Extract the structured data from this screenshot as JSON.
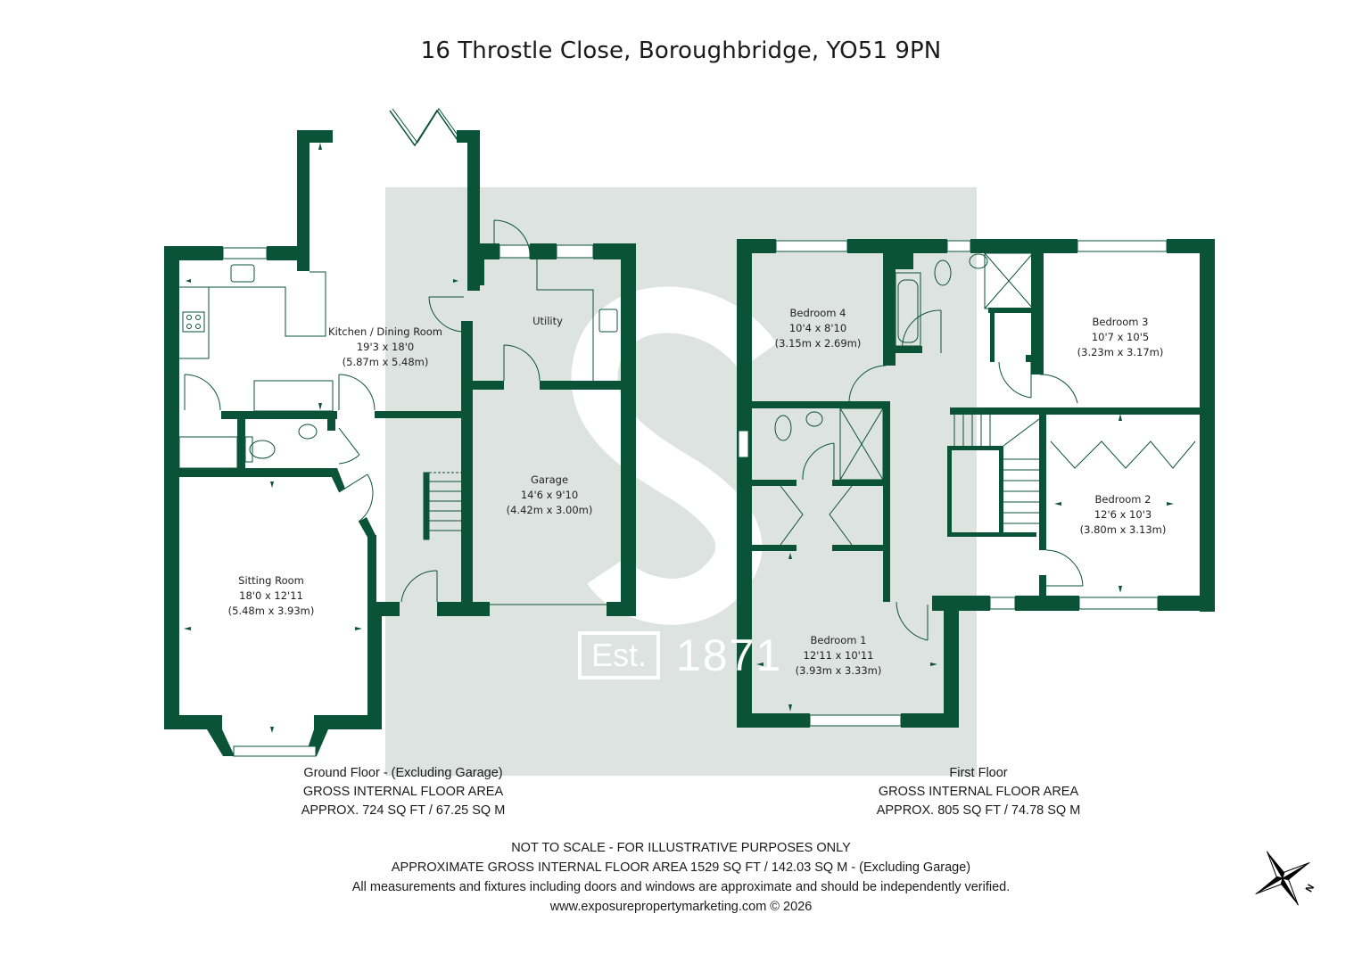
{
  "header": {
    "title": "16 Throstle Close, Boroughbridge, YO51 9PN"
  },
  "colors": {
    "wall": "#0a5238",
    "watermark_bg": "#dde3e0",
    "text": "#1a1a1a"
  },
  "watermark": {
    "logo_letter": "S",
    "est_label": "Est.",
    "year": "1871"
  },
  "ground_floor": {
    "rooms": [
      {
        "name": "Kitchen / Dining Room",
        "imperial": "19'3 x 18'0",
        "metric": "(5.87m x 5.48m)"
      },
      {
        "name": "Utility",
        "imperial": "",
        "metric": ""
      },
      {
        "name": "Garage",
        "imperial": "14'6 x 9'10",
        "metric": "(4.42m x 3.00m)"
      },
      {
        "name": "Sitting Room",
        "imperial": "18'0 x 12'11",
        "metric": "(5.48m x 3.93m)"
      }
    ],
    "caption": {
      "line1": "Ground Floor - (Excluding Garage)",
      "line2": "GROSS INTERNAL FLOOR AREA",
      "line3": "APPROX. 724 SQ FT / 67.25 SQ M"
    }
  },
  "first_floor": {
    "rooms": [
      {
        "name": "Bedroom 4",
        "imperial": "10'4 x 8'10",
        "metric": "(3.15m x 2.69m)"
      },
      {
        "name": "Bedroom 3",
        "imperial": "10'7 x 10'5",
        "metric": "(3.23m x 3.17m)"
      },
      {
        "name": "Bedroom 2",
        "imperial": "12'6 x 10'3",
        "metric": "(3.80m x 3.13m)"
      },
      {
        "name": "Bedroom 1",
        "imperial": "12'11 x 10'11",
        "metric": "(3.93m x 3.33m)"
      }
    ],
    "caption": {
      "line1": "First Floor",
      "line2": "GROSS INTERNAL FLOOR AREA",
      "line3": "APPROX. 805 SQ FT / 74.78 SQ M"
    }
  },
  "footer": {
    "line1": "NOT TO SCALE - FOR ILLUSTRATIVE PURPOSES ONLY",
    "line2": "APPROXIMATE GROSS INTERNAL FLOOR AREA 1529 SQ FT / 142.03 SQ M - (Excluding Garage)",
    "line3": "All measurements and fixtures including doors and windows are approximate and should be independently verified.",
    "line4": "www.exposurepropertymarketing.com © 2026"
  },
  "compass": {
    "icon": "compass-rose-icon",
    "north_label": "N"
  }
}
